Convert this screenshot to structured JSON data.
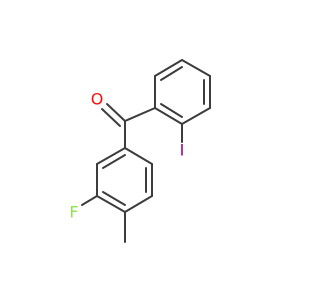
{
  "colors": {
    "background": "#ffffff",
    "bond": "#3c3c3c",
    "oxygen": "#ff0d0d",
    "iodine": "#940094",
    "fluorine": "#90e050"
  },
  "atoms": {
    "oxygen": "O",
    "iodine": "I",
    "fluorine": "F"
  }
}
